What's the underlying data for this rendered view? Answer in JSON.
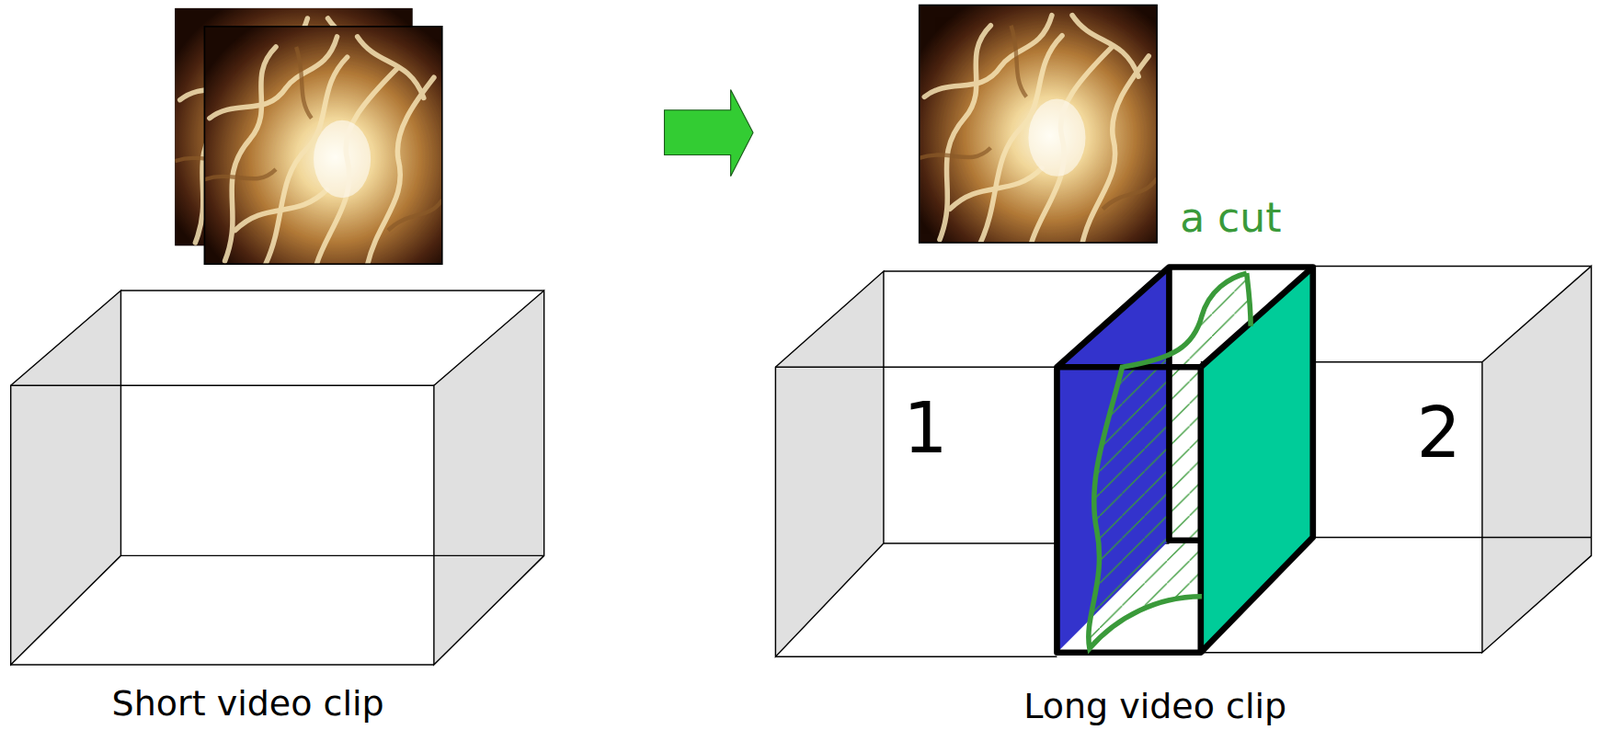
{
  "diagram": {
    "labels": [
      "a cut",
      "1",
      "2",
      "Short video clip",
      "Long video clip"
    ]
  }
}
